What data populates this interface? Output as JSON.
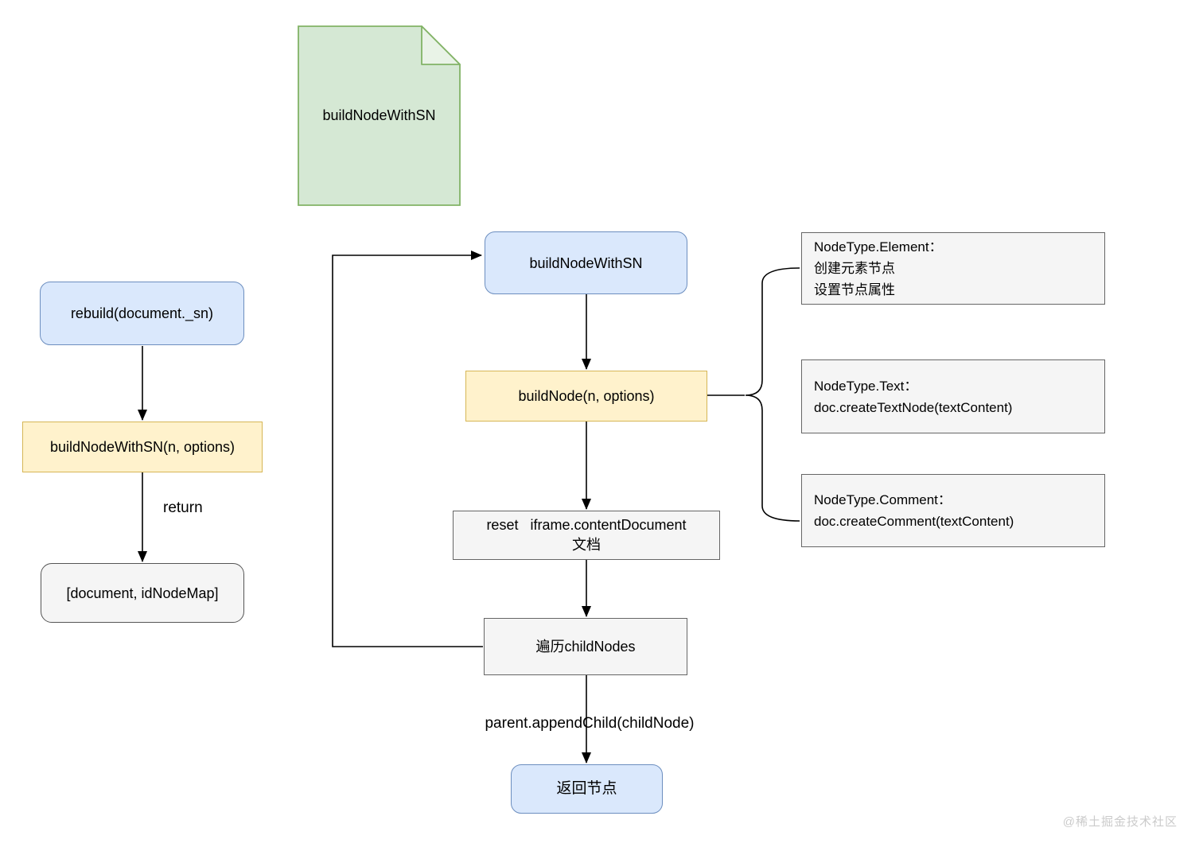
{
  "palette": {
    "blue_fill": "#dae8fc",
    "blue_border": "#6c8ebf",
    "yellow_fill": "#fff2cc",
    "yellow_border": "#d6b656",
    "gray_fill": "#f5f5f5",
    "gray_border": "#666666",
    "green_fill": "#d5e8d4",
    "green_fold_fill": "#e9f3e7",
    "green_border": "#82b366",
    "line_color": "#000000",
    "watermark_color": "#cbcbcb"
  },
  "nodes": {
    "doc_note": {
      "label": "buildNodeWithSN"
    },
    "rebuild": {
      "label": "rebuild(document._sn)"
    },
    "build_node_with_sn_call": {
      "label": "buildNodeWithSN(n, options)"
    },
    "result_tuple": {
      "label": "[document, idNodeMap]"
    },
    "build_node_with_sn": {
      "label": "buildNodeWithSN"
    },
    "build_node": {
      "label": "buildNode(n, options)"
    },
    "reset_iframe": {
      "label": "reset   iframe.contentDocument\n文档"
    },
    "traverse_children": {
      "label": "遍历childNodes"
    },
    "return_node": {
      "label": "返回节点"
    },
    "node_type_element": {
      "label": "NodeType.Element：\n创建元素节点\n设置节点属性"
    },
    "node_type_text": {
      "label": "NodeType.Text：\ndoc.createTextNode(textContent)"
    },
    "node_type_comment": {
      "label": "NodeType.Comment：\ndoc.createComment(textContent)"
    }
  },
  "edge_labels": {
    "return_label": "return",
    "append_child_label": "parent.appendChild(childNode)"
  },
  "watermark": "@稀土掘金技术社区"
}
